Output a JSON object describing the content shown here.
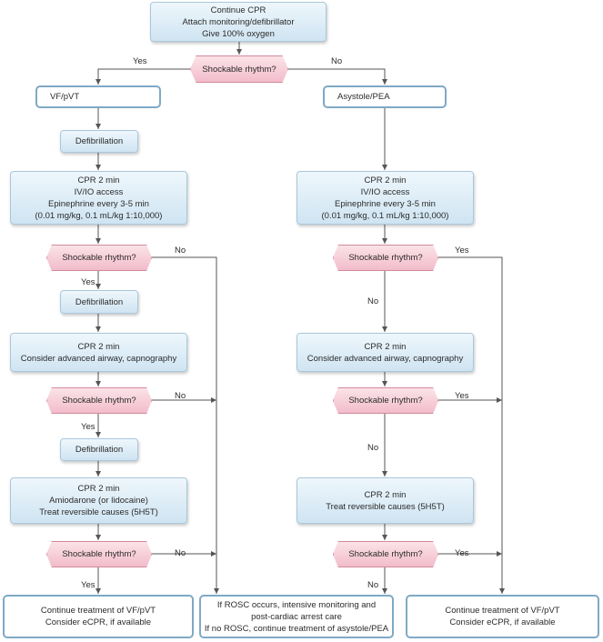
{
  "nodes": {
    "start": [
      "Continue CPR",
      "Attach monitoring/defibrillator",
      "Give 100% oxygen"
    ],
    "d0": "Shockable rhythm?",
    "left_rhythm": "VF/pVT",
    "right_rhythm": "Asystole/PEA",
    "l_defib1": "Defibrillation",
    "l_cpr1": [
      "CPR 2 min",
      "IV/IO access",
      "Epinephrine every 3-5 min",
      "(0.01 mg/kg, 0.1 mL/kg 1:10,000)"
    ],
    "r_cpr1": [
      "CPR 2 min",
      "IV/IO access",
      "Epinephrine every 3-5 min",
      "(0.01 mg/kg, 0.1 mL/kg 1:10,000)"
    ],
    "l_d1": "Shockable rhythm?",
    "r_d1": "Shockable rhythm?",
    "l_defib2": "Defibrillation",
    "l_cpr2": [
      "CPR 2 min",
      "Consider advanced airway, capnography"
    ],
    "r_cpr2": [
      "CPR 2 min",
      "Consider advanced airway, capnography"
    ],
    "l_d2": "Shockable rhythm?",
    "r_d2": "Shockable rhythm?",
    "l_defib3": "Defibrillation",
    "l_cpr3": [
      "CPR 2 min",
      "Amiodarone (or lidocaine)",
      "Treat reversible causes (5H5T)"
    ],
    "r_cpr3": [
      "CPR 2 min",
      "Treat reversible causes (5H5T)"
    ],
    "l_d3": "Shockable rhythm?",
    "r_d3": "Shockable rhythm?",
    "end_left": [
      "Continue treatment of VF/pVT",
      "Consider eCPR, if available"
    ],
    "end_center": [
      "If ROSC occurs, intensive monitoring and",
      "post-cardiac arrest care",
      "If no ROSC, continue treatment of asystole/PEA"
    ],
    "end_right": [
      "Continue treatment of VF/pVT",
      "Consider eCPR, if available"
    ]
  },
  "edge_labels": {
    "d0_yes": "Yes",
    "d0_no": "No",
    "l_d1_yes": "Yes",
    "l_d1_no": "No",
    "r_d1_no": "No",
    "r_d1_yes": "Yes",
    "l_d2_yes": "Yes",
    "l_d2_no": "No",
    "r_d2_no": "No",
    "r_d2_yes": "Yes",
    "l_d3_yes": "Yes",
    "l_d3_no": "No",
    "r_d3_no": "No",
    "r_d3_yes": "Yes"
  },
  "colors": {
    "action_fill": "#dceef8",
    "decision_fill": "#f6ccd7",
    "terminal_border": "#7fa9c6",
    "connector": "#555555"
  }
}
